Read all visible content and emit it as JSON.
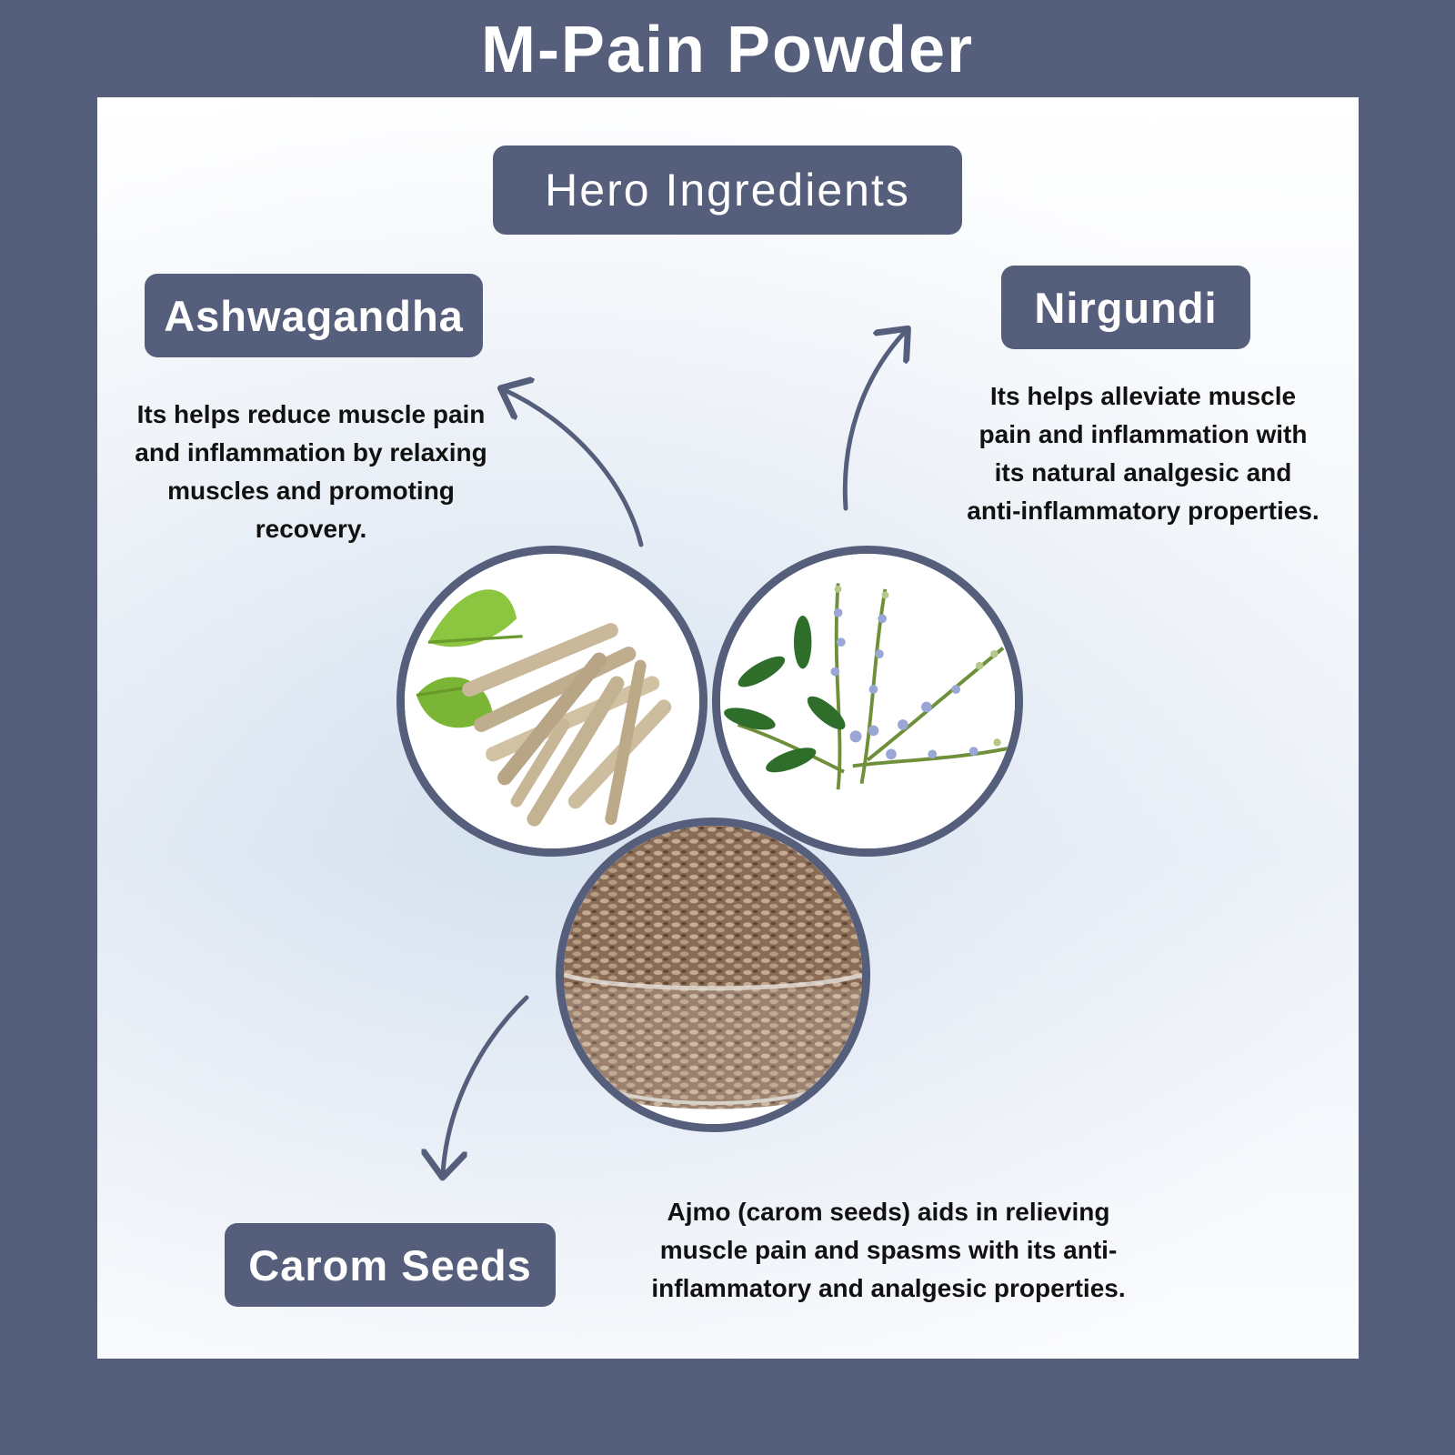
{
  "page": {
    "title": "M-Pain Powder",
    "section_heading": "Hero Ingredients"
  },
  "ingredients": [
    {
      "name": "Ashwagandha",
      "description": "Its helps reduce muscle pain and inflammation by relaxing muscles and promoting recovery.",
      "image_icon": "ashwagandha-roots-icon"
    },
    {
      "name": "Nirgundi",
      "description": "Its helps alleviate muscle pain and inflammation with its natural analgesic and anti-inflammatory properties.",
      "image_icon": "nirgundi-plant-icon"
    },
    {
      "name": "Carom Seeds",
      "description": "Ajmo (carom seeds) aids in relieving muscle pain and spasms with its anti-inflammatory and analgesic properties.",
      "image_icon": "carom-seeds-bowl-icon"
    }
  ],
  "colors": {
    "accent": "#555e7b",
    "panel": "#ffffff",
    "text": "#111111",
    "pill_text": "#ffffff"
  }
}
